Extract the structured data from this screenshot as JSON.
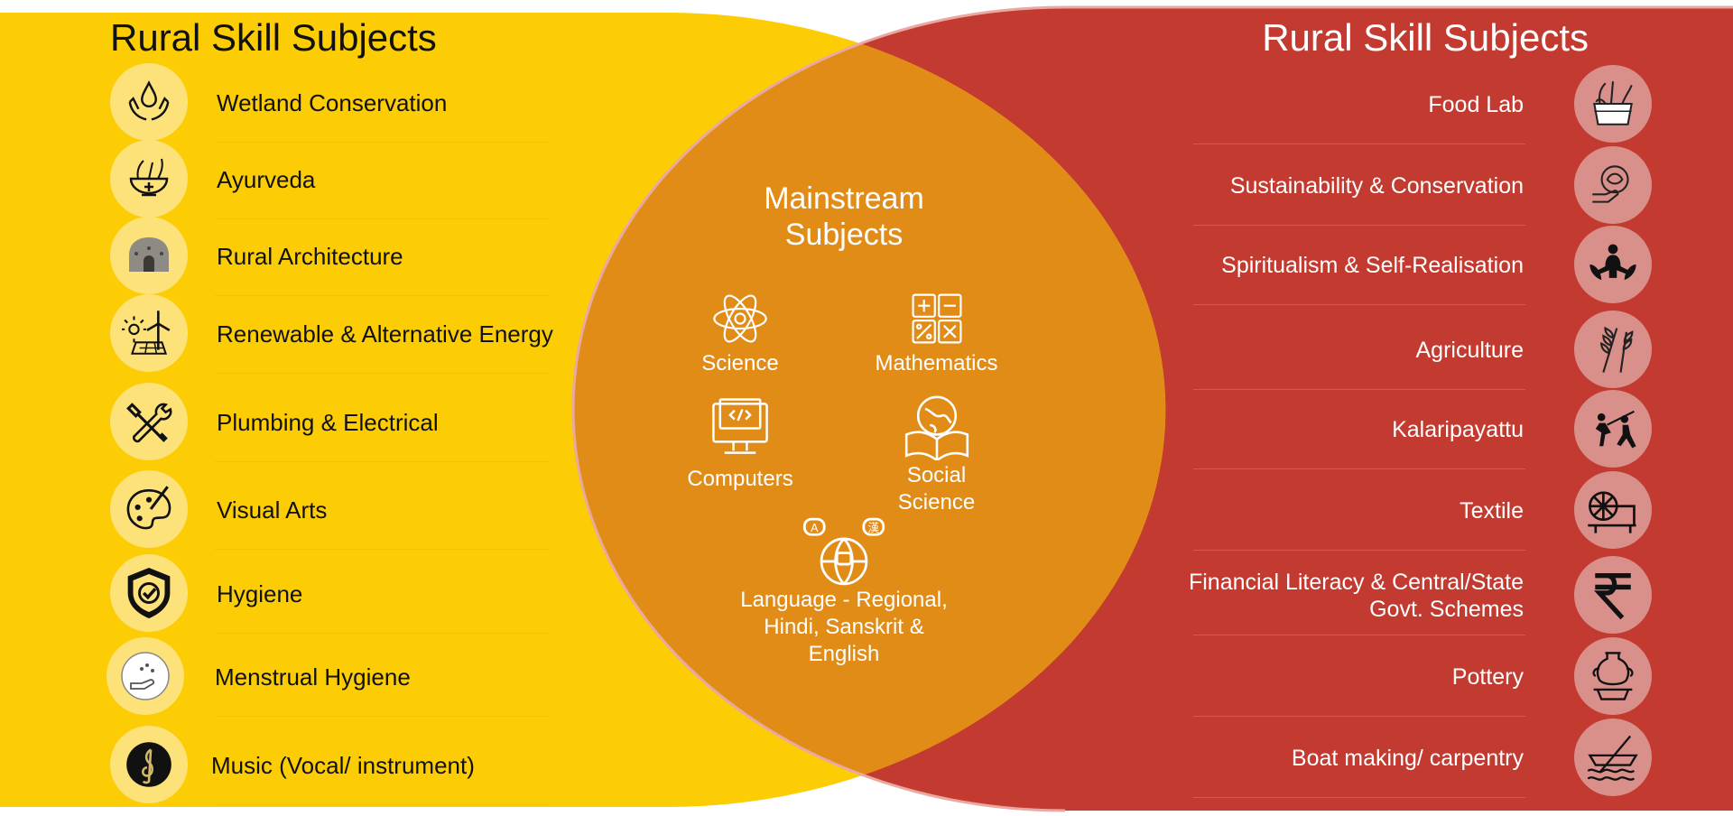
{
  "colors": {
    "left_fill": "#fccd05",
    "right_fill": "#c33a30",
    "overlap_fill": "#e28c18",
    "left_icon_bg": "#fde27a",
    "right_icon_bg": "#d9908a"
  },
  "left": {
    "title": "Rural Skill Subjects",
    "items": [
      {
        "label": "Wetland Conservation",
        "icon": "hands-water-drop-icon"
      },
      {
        "label": "Ayurveda",
        "icon": "herbal-mortar-icon"
      },
      {
        "label": "Rural Architecture",
        "icon": "mud-hut-icon"
      },
      {
        "label": "Renewable & Alternative Energy",
        "icon": "wind-solar-icon"
      },
      {
        "label": "Plumbing & Electrical",
        "icon": "wrench-screwdriver-icon"
      },
      {
        "label": "Visual Arts",
        "icon": "palette-brush-icon"
      },
      {
        "label": "Hygiene",
        "icon": "shield-check-icon"
      },
      {
        "label": "Menstrual Hygiene",
        "icon": "hand-sparkle-icon"
      },
      {
        "label": "Music (Vocal/ instrument)",
        "icon": "treble-clef-icon"
      }
    ]
  },
  "right": {
    "title": "Rural Skill Subjects",
    "items": [
      {
        "label": "Food Lab",
        "icon": "vegetable-basket-icon"
      },
      {
        "label": "Sustainability & Conservation",
        "icon": "hand-leaf-icon"
      },
      {
        "label": "Spiritualism & Self-Realisation",
        "icon": "lotus-meditation-icon"
      },
      {
        "label": "Agriculture",
        "icon": "wheat-icon"
      },
      {
        "label": "Kalaripayattu",
        "icon": "martial-arts-icon"
      },
      {
        "label": "Textile",
        "icon": "spinning-wheel-icon"
      },
      {
        "label": "Financial Literacy & Central/State Govt. Schemes",
        "icon": "rupee-icon"
      },
      {
        "label": "Pottery",
        "icon": "pottery-icon"
      },
      {
        "label": "Boat making/ carpentry",
        "icon": "boat-oar-icon"
      }
    ]
  },
  "center": {
    "title": "Mainstream Subjects",
    "items": [
      {
        "label": "Science",
        "icon": "atom-icon"
      },
      {
        "label": "Mathematics",
        "icon": "calculator-symbols-icon"
      },
      {
        "label": "Computers",
        "icon": "computer-code-icon"
      },
      {
        "label": "Social Science",
        "icon": "globe-book-icon"
      },
      {
        "label": "Language - Regional, Hindi, Sanskrit & English",
        "icon": "globe-speech-icon"
      }
    ]
  }
}
